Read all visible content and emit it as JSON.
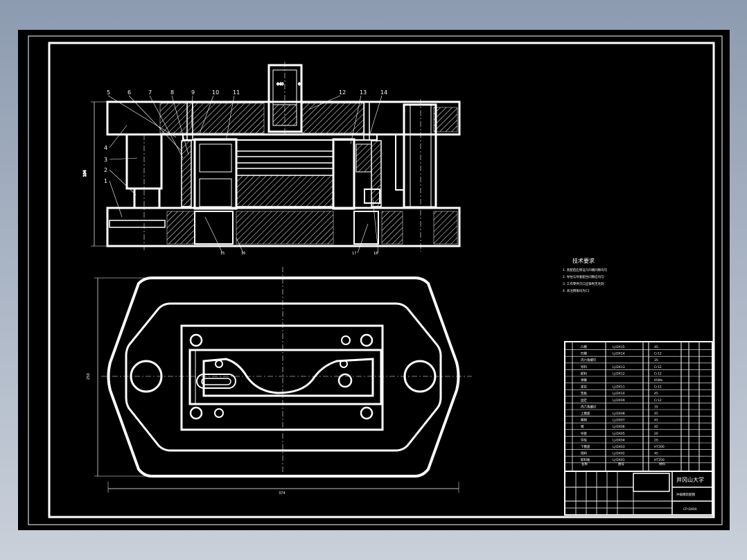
{
  "section_view": {
    "balloons": [
      "5",
      "6",
      "7",
      "8",
      "9",
      "10",
      "11",
      "12",
      "13",
      "14"
    ],
    "left_balloons": [
      "4",
      "3",
      "2",
      "1"
    ],
    "bottom_balloons": [
      "15",
      "16",
      "17",
      "18"
    ],
    "height_dim": "104",
    "shank_dims": [
      "Φ40",
      "Φ"
    ]
  },
  "plan_view": {
    "width_dim": "374",
    "height_dim": "250"
  },
  "technical_requirements": {
    "title": "技术要求",
    "items": [
      "1. 装配后应保证凸凹模间隙均匀",
      "2. 导柱与导套配合间隙应均匀",
      "3. 工作零件刃口应锋利无毛刺",
      "4. 未注倒角均为C1"
    ]
  },
  "title_block": {
    "school": "井冈山大学",
    "drawing_name": "冲裁模装配图",
    "drawing_no": "CP-DX00",
    "parts": [
      {
        "name": "凸模",
        "code": "LJ-DX15",
        "material": "45"
      },
      {
        "name": "凹模",
        "code": "LJ-DX14",
        "material": "Cr12"
      },
      {
        "name": "内六角螺钉",
        "code": "",
        "material": "35"
      },
      {
        "name": "导料",
        "code": "LJ-DX13",
        "material": "Cr12"
      },
      {
        "name": "卸料",
        "code": "LJ-DX12",
        "material": "Cr12"
      },
      {
        "name": "弹簧",
        "code": "",
        "material": "65Mn"
      },
      {
        "name": "定位",
        "code": "LJ-DX11",
        "material": "Cr12"
      },
      {
        "name": "垫板",
        "code": "LJ-DX10",
        "material": "45"
      },
      {
        "name": "固定",
        "code": "LJ-DX09",
        "material": "Cr12"
      },
      {
        "name": "内六角螺钉",
        "code": "",
        "material": "35"
      },
      {
        "name": "上模座",
        "code": "LJ-DX08",
        "material": "45"
      },
      {
        "name": "模柄",
        "code": "LJ-DX07",
        "material": "45"
      },
      {
        "name": "销",
        "code": "LJ-DX06",
        "material": "45"
      },
      {
        "name": "导套",
        "code": "LJ-DX05",
        "material": "20"
      },
      {
        "name": "导柱",
        "code": "LJ-DX04",
        "material": "20"
      },
      {
        "name": "下模座",
        "code": "LJ-DX03",
        "material": "HT200"
      },
      {
        "name": "挡料",
        "code": "LJ-DX02",
        "material": "45"
      },
      {
        "name": "卸料板",
        "code": "LJ-DX01",
        "material": "HT250"
      }
    ],
    "header": {
      "name": "名称",
      "code": "图号",
      "material": "材料"
    }
  }
}
